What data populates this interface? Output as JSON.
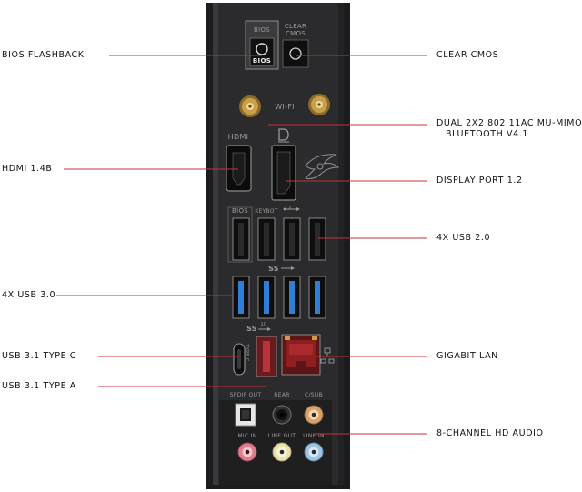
{
  "labels_left": [
    {
      "id": "bios-flashback",
      "text": "BIOS FLASHBACK"
    },
    {
      "id": "hdmi",
      "text": "HDMI 1.4B"
    },
    {
      "id": "usb30",
      "text": "4X USB 3.0"
    },
    {
      "id": "usb31c",
      "text": "USB 3.1 TYPE C"
    },
    {
      "id": "usb31a",
      "text": "USB 3.1 TYPE A"
    }
  ],
  "labels_right": [
    {
      "id": "clear-cmos",
      "text": "CLEAR CMOS"
    },
    {
      "id": "wifi",
      "text": "DUAL 2X2 802.11AC MU-MIMO,",
      "text2": "BLUETOOTH V4.1"
    },
    {
      "id": "displayport",
      "text": "DISPLAY PORT 1.2"
    },
    {
      "id": "usb20",
      "text": "4X USB 2.0"
    },
    {
      "id": "lan",
      "text": "GIGABIT LAN"
    },
    {
      "id": "audio",
      "text": "8-CHANNEL HD AUDIO"
    }
  ],
  "silkscreen": {
    "bios": "BIOS",
    "bios_button": "BIOS",
    "clear_cmos_1": "CLEAR",
    "clear_cmos_2": "CMOS",
    "wifi": "WI-FI",
    "hdmi": "HDMI",
    "usb_bios": "BIOS",
    "keybot": "KEYBOT",
    "ss_usb": "SS",
    "ss10": "SS",
    "ss10_sup": "10",
    "type_c": "TYPE C",
    "spdif": "SPDIF OUT",
    "rear": "REAR",
    "csub": "C/SUB",
    "mic_in": "MIC IN",
    "line_out": "LINE OUT",
    "line_in": "LINE IN"
  },
  "colors": {
    "panel": "#2b2b2d",
    "leader": "#c8323a",
    "usb3_blue": "#2f7fd6",
    "usb31_red": "#a5272c",
    "lan_red": "#8d1f22",
    "gold": "#c9a04a",
    "mic_pink": "#e07d8c",
    "line_in_blue": "#9fc3e0",
    "csub_orange": "#d9a06a"
  }
}
